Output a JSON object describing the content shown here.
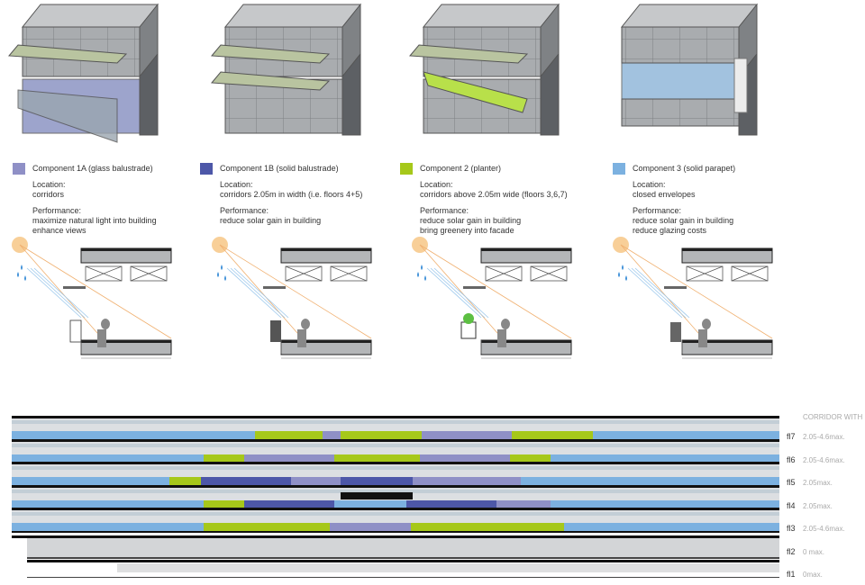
{
  "components": [
    {
      "swatch_color": "#8f90c6",
      "label": "Component 1A (glass balustrade)",
      "location_title": "Location:",
      "location": "corridors",
      "performance_title": "Performance:",
      "performance": [
        "maximize natural light into building",
        "enhance views"
      ]
    },
    {
      "swatch_color": "#4d57a8",
      "label": "Component 1B (solid balustrade)",
      "location_title": "Location:",
      "location": "corridors 2.05m in width (i.e. floors 4+5)",
      "performance_title": "Performance:",
      "performance": [
        "reduce solar gain in building"
      ]
    },
    {
      "swatch_color": "#a6c81a",
      "label": "Component 2 (planter)",
      "location_title": "Location:",
      "location": "corridors above 2.05m wide (floors 3,6,7)",
      "performance_title": "Performance:",
      "performance": [
        "reduce solar gain in building",
        "bring greenery into facade"
      ]
    },
    {
      "swatch_color": "#7cb1e0",
      "label": "Component 3 (solid parapet)",
      "location_title": "Location:",
      "location": "closed envelopes",
      "performance_title": "Performance:",
      "performance": [
        "reduce solar gain in building",
        "reduce glazing costs"
      ]
    }
  ],
  "elevation": {
    "corridor_header": "CORRIDOR WITH",
    "floors": [
      {
        "label": "fl7",
        "width": "2.05-4.6max."
      },
      {
        "label": "fl6",
        "width": "2.05-4.6max."
      },
      {
        "label": "fl5",
        "width": "2.05max."
      },
      {
        "label": "fl4",
        "width": "2.05max."
      },
      {
        "label": "fl3",
        "width": "2.05-4.6max."
      },
      {
        "label": "fl2",
        "width": "0 max."
      },
      {
        "label": "fl1",
        "width": "0max."
      }
    ]
  },
  "colors": {
    "glass": "#8f90c6",
    "solid": "#4d57a8",
    "planter": "#a6c81a",
    "parapet": "#7cb1e0"
  }
}
